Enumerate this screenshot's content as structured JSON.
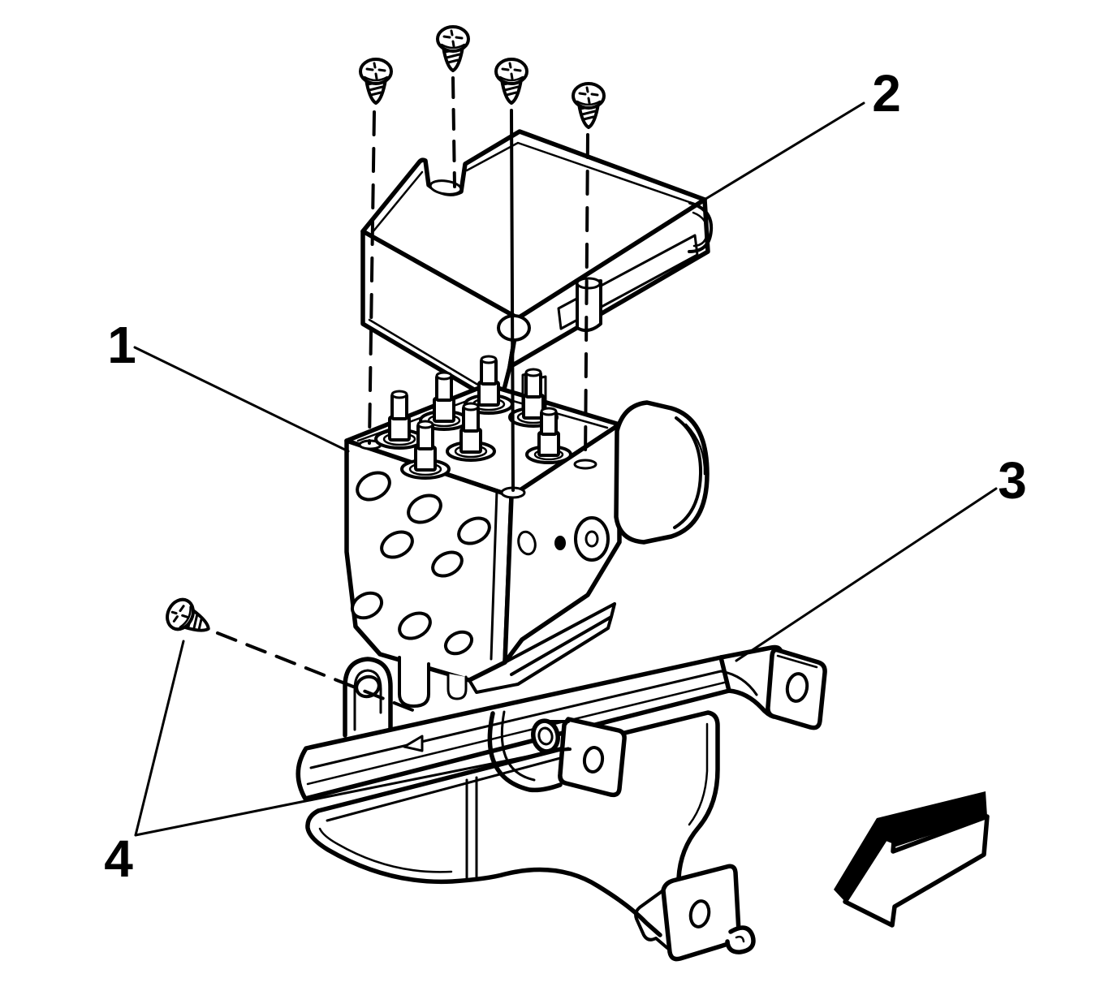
{
  "figure": {
    "background_color": "#ffffff",
    "line_color": "#000000",
    "callouts": [
      {
        "number": "1"
      },
      {
        "number": "2"
      },
      {
        "number": "3"
      },
      {
        "number": "4"
      }
    ],
    "direction_arrow": {
      "style": "3d-block-arrow",
      "points": "lower-left"
    }
  }
}
